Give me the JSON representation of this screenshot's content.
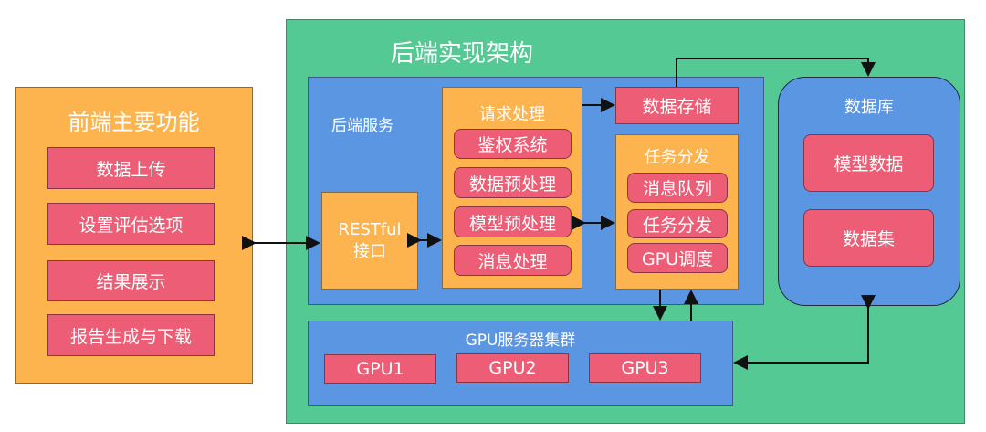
{
  "frontend": {
    "title": "前端主要功能",
    "items": [
      "数据上传",
      "设置评估选项",
      "结果展示",
      "报告生成与下载"
    ]
  },
  "backend": {
    "title": "后端实现架构",
    "service": {
      "title": "后端服务",
      "restful": {
        "line1": "RESTful",
        "line2": "接口"
      },
      "request": {
        "title": "请求处理",
        "items": [
          "鉴权系统",
          "数据预处理",
          "模型预处理",
          "消息处理"
        ]
      },
      "storage": "数据存储",
      "dispatch": {
        "title": "任务分发",
        "items": [
          "消息队列",
          "任务分发",
          "GPU调度"
        ]
      }
    },
    "database": {
      "title": "数据库",
      "items": [
        "模型数据",
        "数据集"
      ]
    },
    "gpu_cluster": {
      "title": "GPU服务器集群",
      "items": [
        "GPU1",
        "GPU2",
        "GPU3"
      ]
    }
  },
  "colors": {
    "orange": "#FDB44E",
    "green": "#55C994",
    "blue": "#5B96E3",
    "red": "#ED5E76"
  }
}
